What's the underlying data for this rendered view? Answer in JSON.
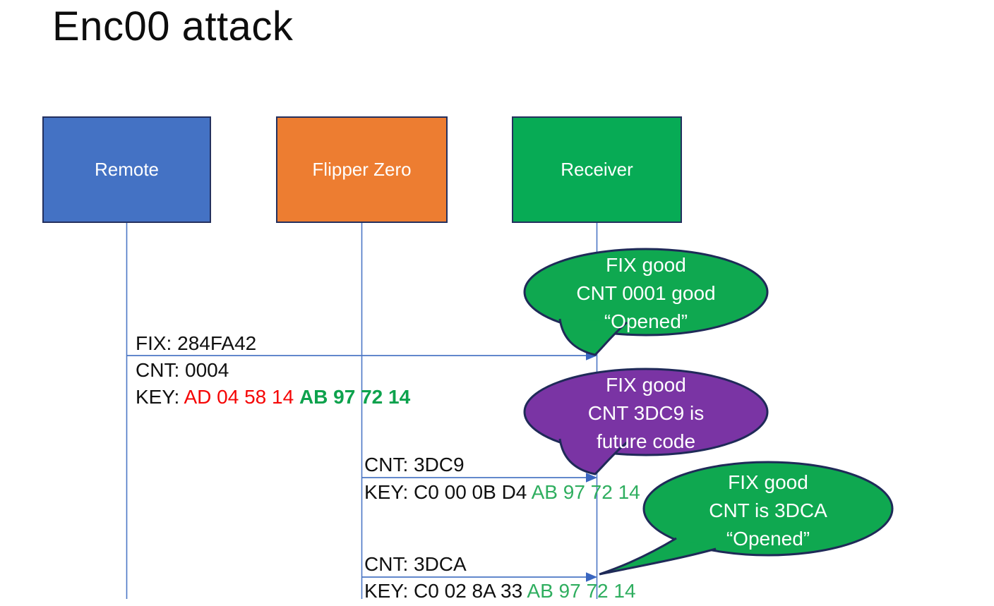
{
  "title": "Enc00 attack",
  "actors": [
    {
      "label": "Remote",
      "color": "#4472c4"
    },
    {
      "label": "Flipper Zero",
      "color": "#ed7d31"
    },
    {
      "label": "Receiver",
      "color": "#07ab55"
    }
  ],
  "messages": [
    {
      "above": "FIX: 284FA42",
      "line2": "CNT: 0004",
      "key_label": "KEY: ",
      "key_red": "AD 04 58 14 ",
      "key_green": "AB 97 72 14"
    },
    {
      "above": "CNT: 3DC9",
      "key_label": "KEY: ",
      "key_black": "C0 00 0B D4 ",
      "key_green": "AB 97 72 14"
    },
    {
      "above": "CNT: 3DCA",
      "key_label": "KEY: ",
      "key_black": "C0 02 8A 33 ",
      "key_green": "AB 97 72 14"
    }
  ],
  "callouts": [
    {
      "fill": "#0fa850",
      "lines": [
        "FIX good",
        "CNT 0001 good",
        "“Opened”"
      ]
    },
    {
      "fill": "#7a34a4",
      "lines": [
        "FIX good",
        "CNT 3DC9 is",
        "future code"
      ]
    },
    {
      "fill": "#0fa850",
      "lines": [
        "FIX good",
        "CNT is 3DCA",
        "“Opened”"
      ]
    }
  ],
  "colors": {
    "connector_blue": "#4c77c5",
    "arrowhead_blue": "#3a66c0",
    "shape_border": "#24305e",
    "callout_border": "#1f2a58",
    "text_black": "#101010",
    "key_red": "#f50505",
    "key_green_bold": "#0da24d",
    "key_green": "#2fae5f"
  }
}
